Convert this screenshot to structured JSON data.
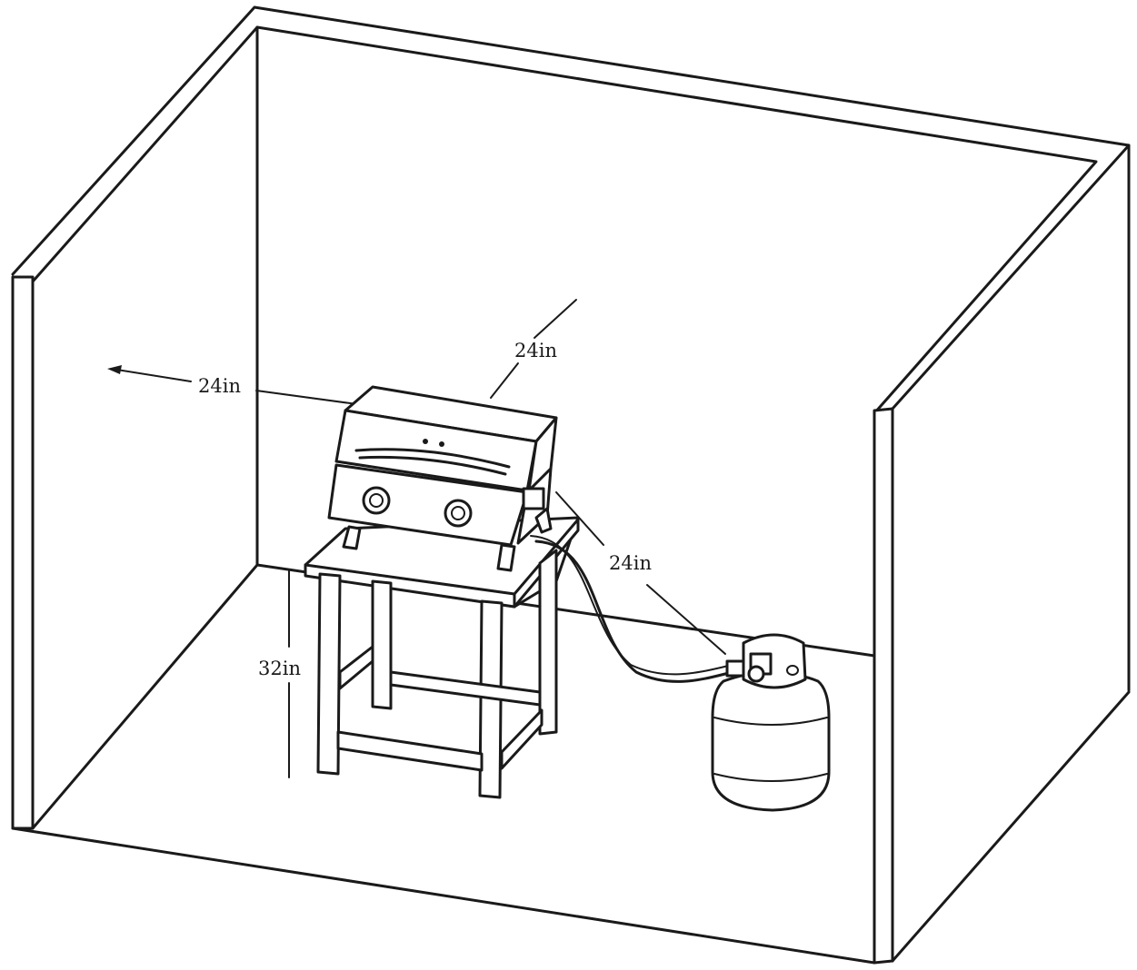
{
  "labels": {
    "left_clearance": "24in",
    "back_clearance": "24in",
    "tank_clearance": "24in",
    "table_height": "32in"
  },
  "colors": {
    "line": "#1a1a1a",
    "background": "#ffffff"
  }
}
